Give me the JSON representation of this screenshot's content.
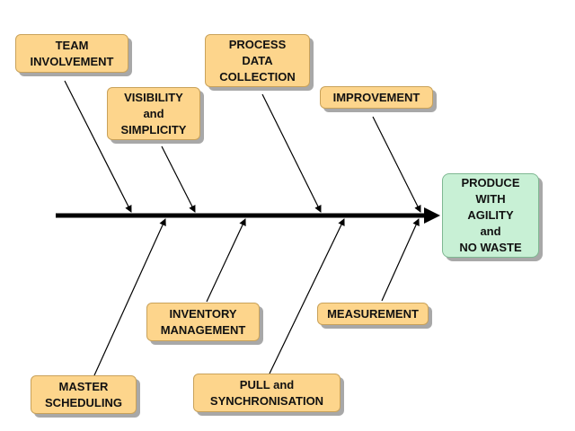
{
  "diagram": {
    "effect": {
      "lines": [
        "PRODUCE",
        "WITH",
        "AGILITY",
        "and",
        "NO WASTE"
      ]
    },
    "causes": {
      "team_involvement": {
        "lines": [
          "TEAM",
          "INVOLVEMENT"
        ]
      },
      "visibility_simplicity": {
        "lines": [
          "VISIBILITY",
          "and",
          "SIMPLICITY"
        ]
      },
      "process_data_collection": {
        "lines": [
          "PROCESS",
          "DATA",
          "COLLECTION"
        ]
      },
      "improvement": {
        "lines": [
          "IMPROVEMENT"
        ]
      },
      "inventory_management": {
        "lines": [
          "INVENTORY",
          "MANAGEMENT"
        ]
      },
      "measurement": {
        "lines": [
          "MEASUREMENT"
        ]
      },
      "master_scheduling": {
        "lines": [
          "MASTER",
          "SCHEDULING"
        ]
      },
      "pull_synchronisation": {
        "lines": [
          "PULL and",
          "SYNCHRONISATION"
        ]
      }
    },
    "colors": {
      "cause_fill": "#fdd58c",
      "effect_fill": "#c8f0d5",
      "line": "#000000",
      "shadow": "#a8a8a8"
    }
  }
}
